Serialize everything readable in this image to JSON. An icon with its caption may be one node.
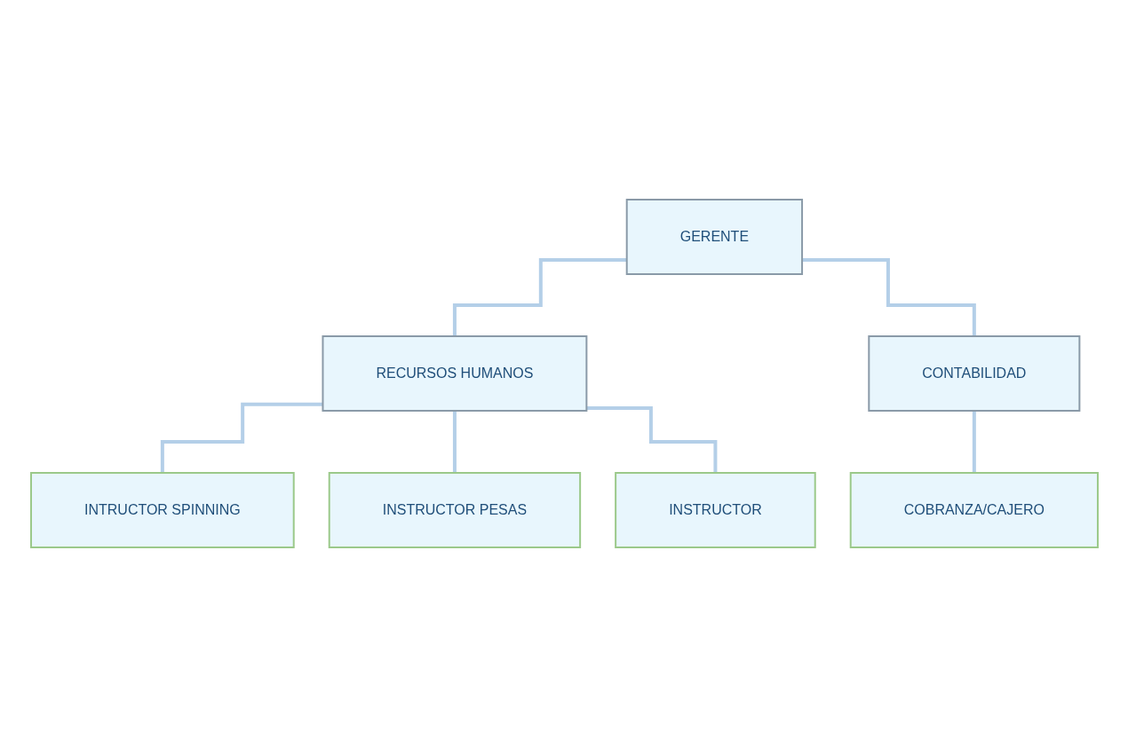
{
  "diagram": {
    "nodes": [
      {
        "text": [
          "GERENTE"
        ]
      },
      {
        "text": [
          "RECURSOS HUMANOS"
        ]
      },
      {
        "text": [
          "CONTABILIDAD"
        ]
      },
      {
        "text": [
          "INTRUCTOR SPINNING"
        ]
      },
      {
        "text": [
          "INSTRUCTOR PESAS"
        ]
      },
      {
        "text": [
          "INSTRUCTOR"
        ]
      },
      {
        "text": [
          "COBRANZA/CAJERO"
        ]
      }
    ],
    "edges": [
      {
        "from": 0,
        "to": 1,
        "arrow": "none"
      },
      {
        "from": 0,
        "to": 2,
        "arrow": "none"
      },
      {
        "from": 1,
        "to": 3,
        "arrow": "none"
      },
      {
        "from": 1,
        "to": 4,
        "arrow": "none"
      },
      {
        "from": 1,
        "to": 5,
        "arrow": "none"
      },
      {
        "from": 2,
        "to": 6,
        "arrow": "none"
      }
    ]
  }
}
